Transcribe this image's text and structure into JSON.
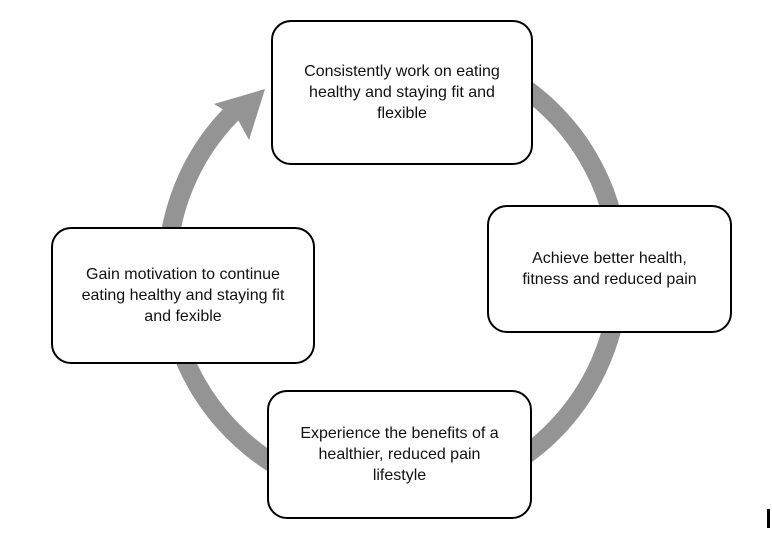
{
  "diagram": {
    "type": "cycle",
    "direction": "clockwise",
    "nodes": [
      {
        "position": "top",
        "label": "Consistently work on eating\nhealthy and staying fit and\nflexible"
      },
      {
        "position": "right",
        "label": "Achieve better health,\nfitness and reduced pain"
      },
      {
        "position": "bottom",
        "label": "Experience the benefits of a\nhealthier, reduced pain\nlifestyle"
      },
      {
        "position": "left",
        "label": "Gain motivation to continue\neating healthy and staying fit\nand fexible"
      }
    ],
    "colors": {
      "arrow": "#949494",
      "node_border": "#000000",
      "node_fill": "#ffffff",
      "text": "#111111",
      "background": "#ffffff"
    }
  }
}
